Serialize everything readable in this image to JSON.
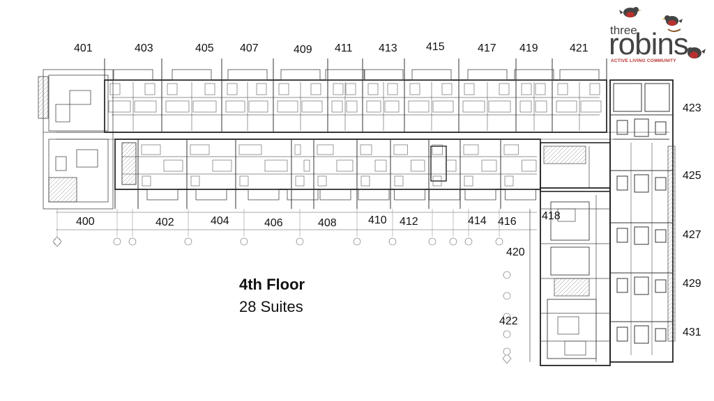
{
  "floor": {
    "title": "4th Floor",
    "subtitle": "28 Suites"
  },
  "logo": {
    "word1": "three",
    "word2": "robins",
    "tagline": "ACTIVE LIVING COMMUNITY",
    "accent_color": "#b8312f",
    "text_color": "#444444"
  },
  "units": {
    "north": [
      "401",
      "403",
      "405",
      "407",
      "409",
      "411",
      "413",
      "415",
      "417",
      "419",
      "421"
    ],
    "south": [
      "400",
      "402",
      "404",
      "406",
      "408",
      "410",
      "412",
      "414",
      "416",
      "418"
    ],
    "east": [
      "423",
      "425",
      "427",
      "429",
      "431"
    ],
    "west_wing": [
      "420",
      "422"
    ]
  },
  "colors": {
    "linework": "#333333",
    "accent": "#b8312f"
  }
}
